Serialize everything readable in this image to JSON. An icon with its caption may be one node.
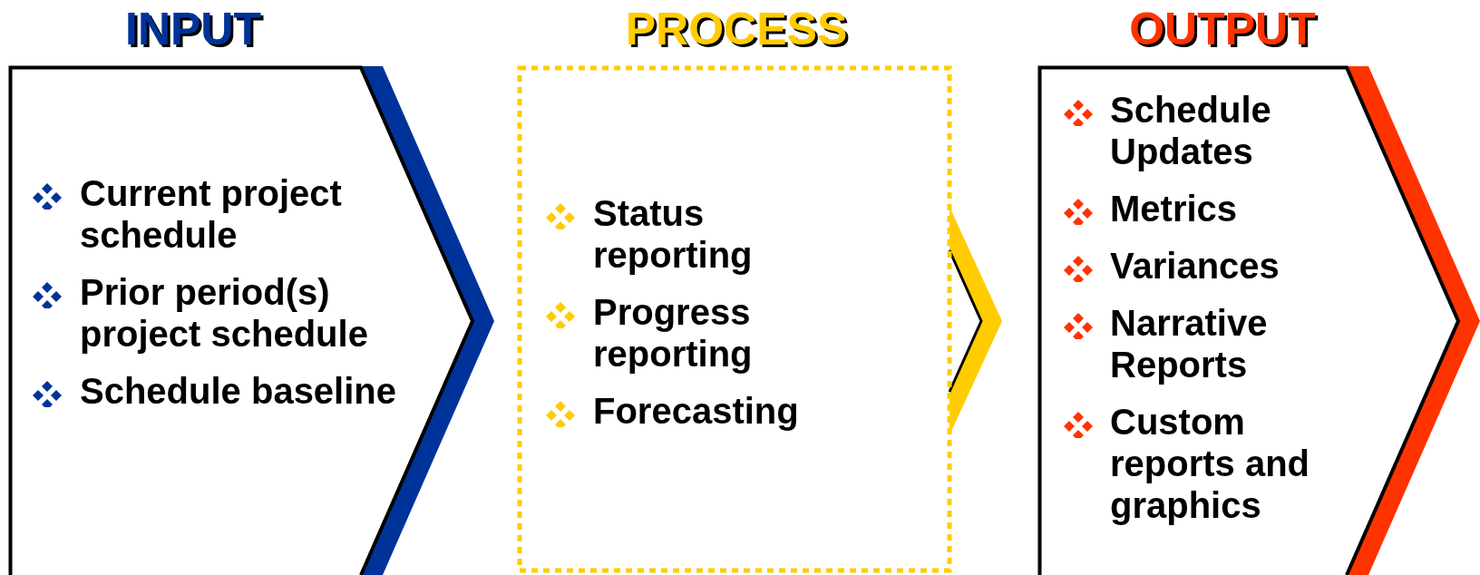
{
  "diagram": {
    "nodes": [
      {
        "text": [
          "INPUT",
          "Current project schedule",
          "Prior period(s) project schedule",
          "Schedule baseline"
        ]
      },
      {
        "text": [
          "PROCESS",
          "Status reporting",
          "Progress reporting",
          "Forecasting"
        ]
      },
      {
        "text": [
          "OUTPUT",
          "Schedule Updates",
          "Metrics",
          "Variances",
          "Narrative Reports",
          "Custom reports and graphics"
        ]
      }
    ]
  }
}
